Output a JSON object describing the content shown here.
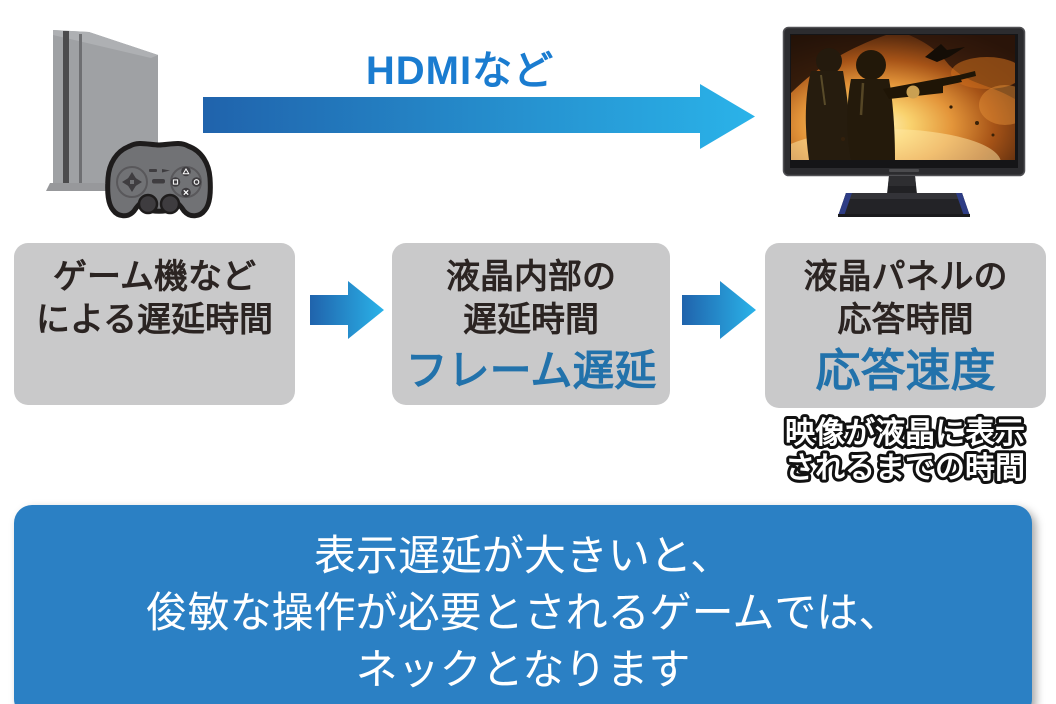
{
  "colors": {
    "accent_blue": "#1a7cd0",
    "box_accent_blue": "#2272ab",
    "box_bg": "#c9c9ca",
    "box_text": "#2b2422",
    "arrow_gradient_start": "#2063ac",
    "arrow_gradient_end": "#2ab3e9",
    "footer_bg": "#2b80c4",
    "footer_text": "#ffffff",
    "caption_fill": "#ffffff",
    "caption_outline": "#111111"
  },
  "top": {
    "cable_label": "HDMIなど"
  },
  "icons": {
    "console": "game-console-icon",
    "controller": "game-controller-icon",
    "display": "gaming-monitor-icon",
    "flow_arrow": "right-arrow-icon"
  },
  "flow": {
    "boxes": [
      {
        "line1": "ゲーム機など",
        "line2": "による遅延時間"
      },
      {
        "line1": "液晶内部の",
        "line2": "遅延時間",
        "accent": "フレーム遅延"
      },
      {
        "line1": "液晶パネルの",
        "line2": "応答時間",
        "accent": "応答速度"
      }
    ],
    "caption": {
      "line1": "映像が液晶に表示",
      "line2": "されるまでの時間"
    }
  },
  "footer": {
    "lines": [
      "表示遅延が大きいと、",
      "俊敏な操作が必要とされるゲームでは、",
      "ネックとなります"
    ]
  }
}
